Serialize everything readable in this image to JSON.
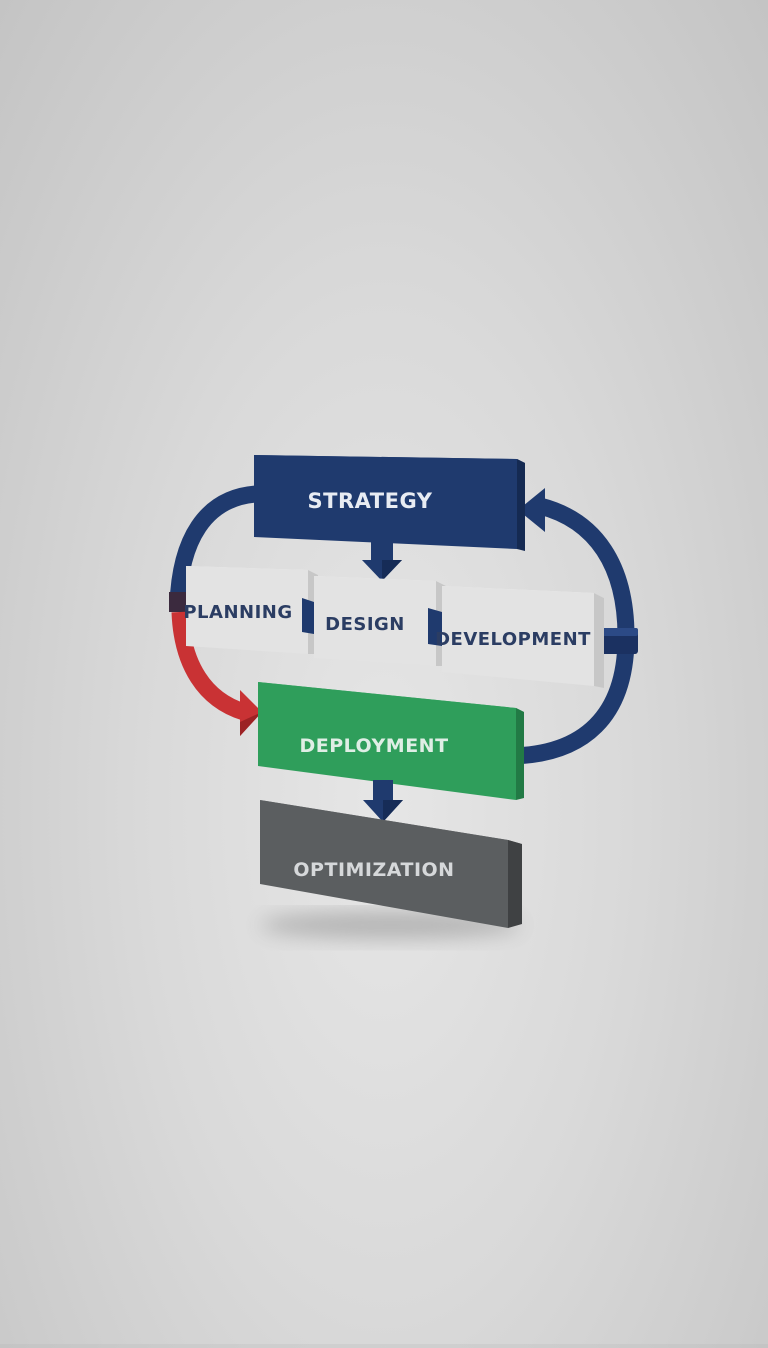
{
  "diagram": {
    "stages": {
      "strategy": "STRATEGY",
      "planning": "PLANNING",
      "design": "DESIGN",
      "development": "DEVELOPMENT",
      "deployment": "DEPLOYMENT",
      "optimization": "OPTIMIZATION"
    },
    "colors": {
      "strategy": "#1f3a6e",
      "planning": "#e3e3e3",
      "design": "#e3e3e3",
      "development": "#e3e3e3",
      "deployment": "#2f9e5b",
      "optimization": "#5b5e60",
      "loop_arrow": "#1f3a6e",
      "feedback_arrow": "#c93234",
      "label_dark": "#2b3d63",
      "label_light": "#e9ecef"
    }
  }
}
